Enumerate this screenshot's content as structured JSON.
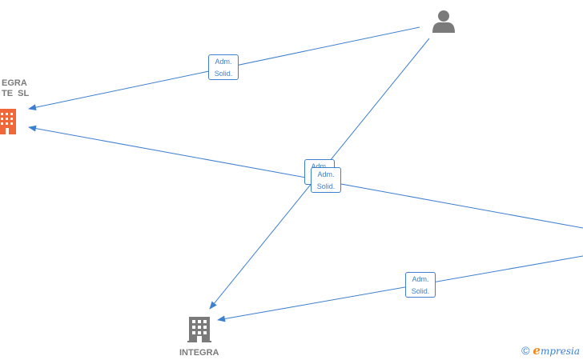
{
  "nodes": {
    "company_top": {
      "label_line1": "EGRA",
      "label_line2": "TE  SL",
      "icon": "building-icon",
      "color": "#f0673a"
    },
    "company_bottom": {
      "label": "INTEGRA",
      "icon": "building-icon",
      "color": "#7a7a7a"
    },
    "person": {
      "icon": "person-icon",
      "color": "#7a7a7a"
    }
  },
  "edges": [
    {
      "id": "e1",
      "line1": "Adm.",
      "line2": "Solid."
    },
    {
      "id": "e2",
      "line1": "Adm.",
      "line2": "Solid."
    },
    {
      "id": "e3",
      "line1": "Adm.",
      "line2": "Solid."
    },
    {
      "id": "e4",
      "line1": "Adm.",
      "line2": "Solid."
    }
  ],
  "footer": {
    "copyright": "©",
    "brand_initial": "e",
    "brand_rest": "mpresia"
  },
  "colors": {
    "edge": "#3d7fd0",
    "accent": "#f0673a",
    "neutral": "#7a7a7a"
  }
}
